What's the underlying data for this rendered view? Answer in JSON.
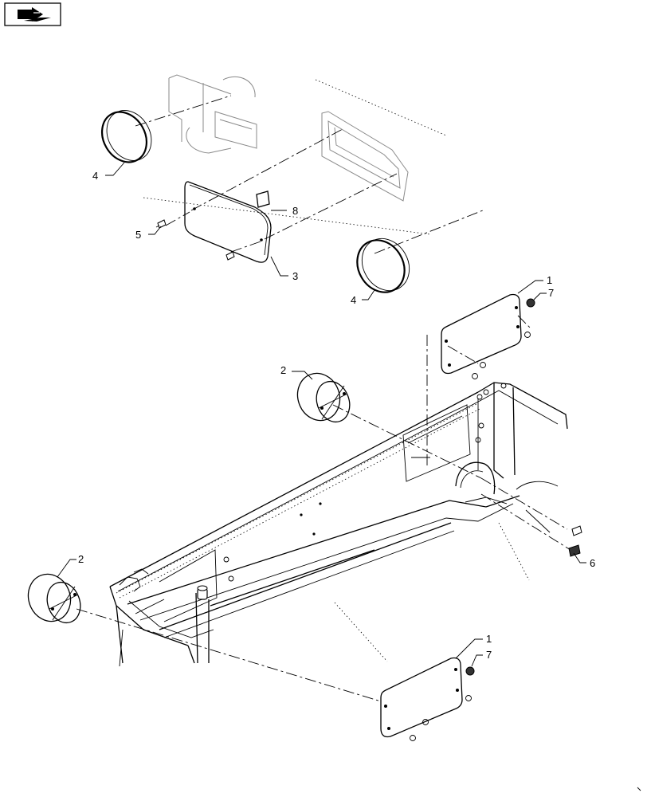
{
  "page": {
    "nav_icon": "next-page-arrow-icon"
  },
  "callouts": {
    "c1_top": "1",
    "c1_bottom": "1",
    "c2_upper": "2",
    "c2_lower": "2",
    "c3": "3",
    "c4_left": "4",
    "c4_right": "4",
    "c5": "5",
    "c6": "6",
    "c7_top": "7",
    "c7_bottom": "7",
    "c8": "8"
  }
}
